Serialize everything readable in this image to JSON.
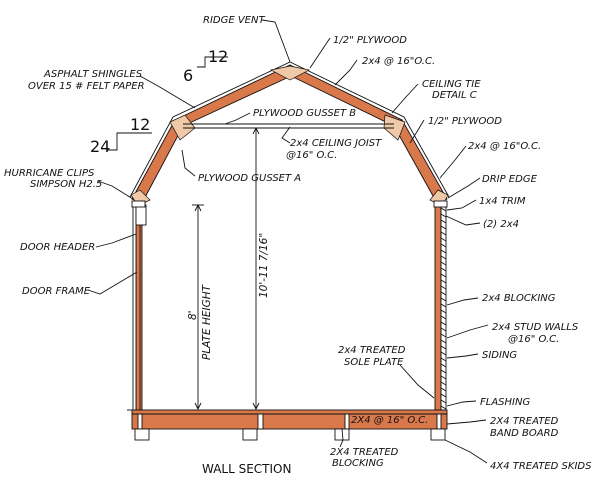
{
  "title": "WALL SECTION",
  "pitches": {
    "upper_rise": "12",
    "upper_run": "6",
    "lower_rise": "12",
    "lower_run": "24"
  },
  "labels": {
    "ridge_vent": "RIDGE VENT",
    "plywood_top": "1/2\" PLYWOOD",
    "rafter_top": "2x4 @ 16\"O.C.",
    "shingles_1": "ASPHALT SHINGLES",
    "shingles_2": "OVER 15 # FELT PAPER",
    "ceiling_tie_1": "CEILING TIE",
    "ceiling_tie_2": "DETAIL C",
    "gusset_b": "PLYWOOD GUSSET B",
    "plywood_right": "1/2\" PLYWOOD",
    "ceiling_joist_1": "2x4 CEILING JOIST",
    "ceiling_joist_2": "@16\" O.C.",
    "rafter_right": "2x4 @ 16\"O.C.",
    "hurricane_1": "HURRICANE CLIPS",
    "hurricane_2": "SIMPSON H2.5",
    "gusset_a": "PLYWOOD GUSSET A",
    "drip_edge": "DRIP EDGE",
    "trim": "1x4 TRIM",
    "double_2x4": "(2) 2x4",
    "door_header": "DOOR HEADER",
    "door_frame": "DOOR FRAME",
    "blocking": "2x4 BLOCKING",
    "stud_walls_1": "2x4 STUD WALLS",
    "stud_walls_2": "@16\" O.C.",
    "sole_plate_1": "2x4 TREATED",
    "sole_plate_2": "SOLE PLATE",
    "siding": "SIDING",
    "flashing": "FLASHING",
    "floor_joist": "2X4 @ 16\" O.C.",
    "band_board_1": "2X4 TREATED",
    "band_board_2": "BAND BOARD",
    "treated_blocking_1": "2X4 TREATED",
    "treated_blocking_2": "BLOCKING",
    "skids": "4X4 TREATED SKIDS"
  },
  "dimensions": {
    "overall_height": "10'-11 7/16\"",
    "plate_height_value": "8'",
    "plate_height_label": "PLATE HEIGHT"
  }
}
